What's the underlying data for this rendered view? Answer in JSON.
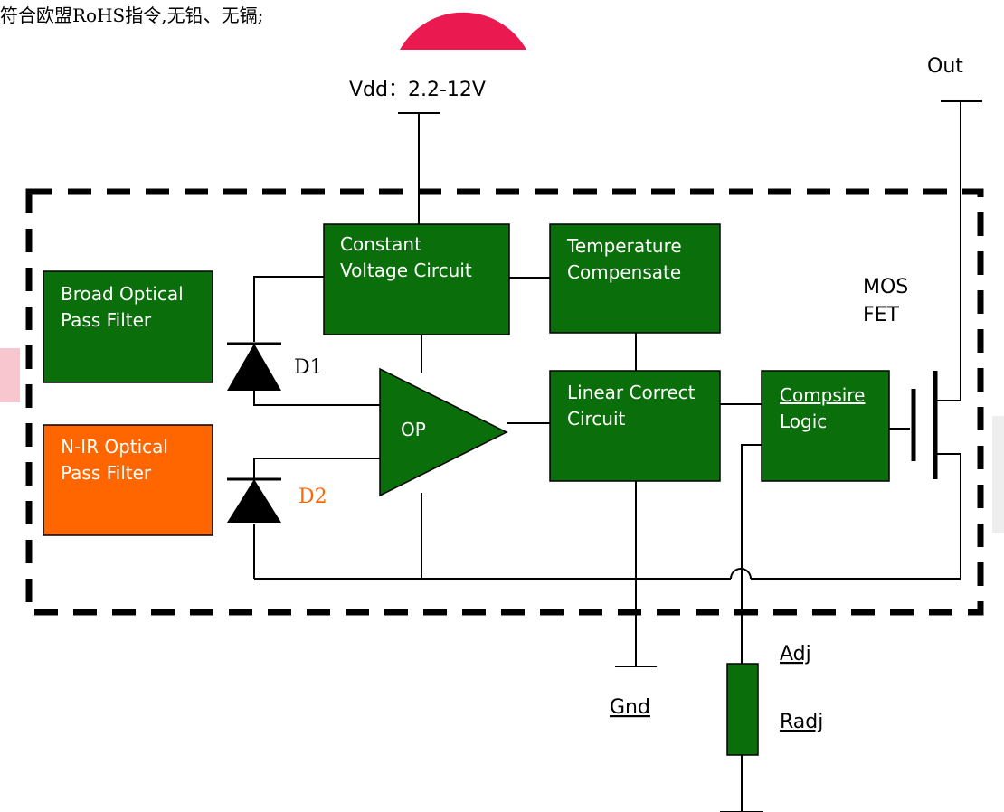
{
  "header": {
    "text": "符合欧盟RoHS指令,无铅、无镉;"
  },
  "colors": {
    "block_green": "#0a6e0a",
    "block_orange": "#ff6600",
    "wire": "#000000",
    "diode": "#000000",
    "label_orange": "#ff6600",
    "watermark": "#e8003c"
  },
  "diagram": {
    "vdd_label": "Vdd：2.2-12V",
    "out_label": "Out",
    "gnd_label": "Gnd",
    "adj_label": "Adj",
    "radj_label": "Radj",
    "mosfet_label": [
      "MOS",
      "FET"
    ],
    "d1_label": "D1",
    "d2_label": "D2",
    "op_label": "OP",
    "blocks": {
      "broad_filter": [
        "Broad Optical",
        "Pass Filter"
      ],
      "nir_filter": [
        "N-IR Optical",
        "Pass Filter"
      ],
      "constant_voltage": [
        "Constant",
        "Voltage Circuit"
      ],
      "temperature_comp": [
        "Temperature",
        "Compensate"
      ],
      "linear_correct": [
        "Linear Correct",
        "Circuit"
      ],
      "compsire_logic": [
        "Compsire",
        "Logic"
      ]
    }
  }
}
